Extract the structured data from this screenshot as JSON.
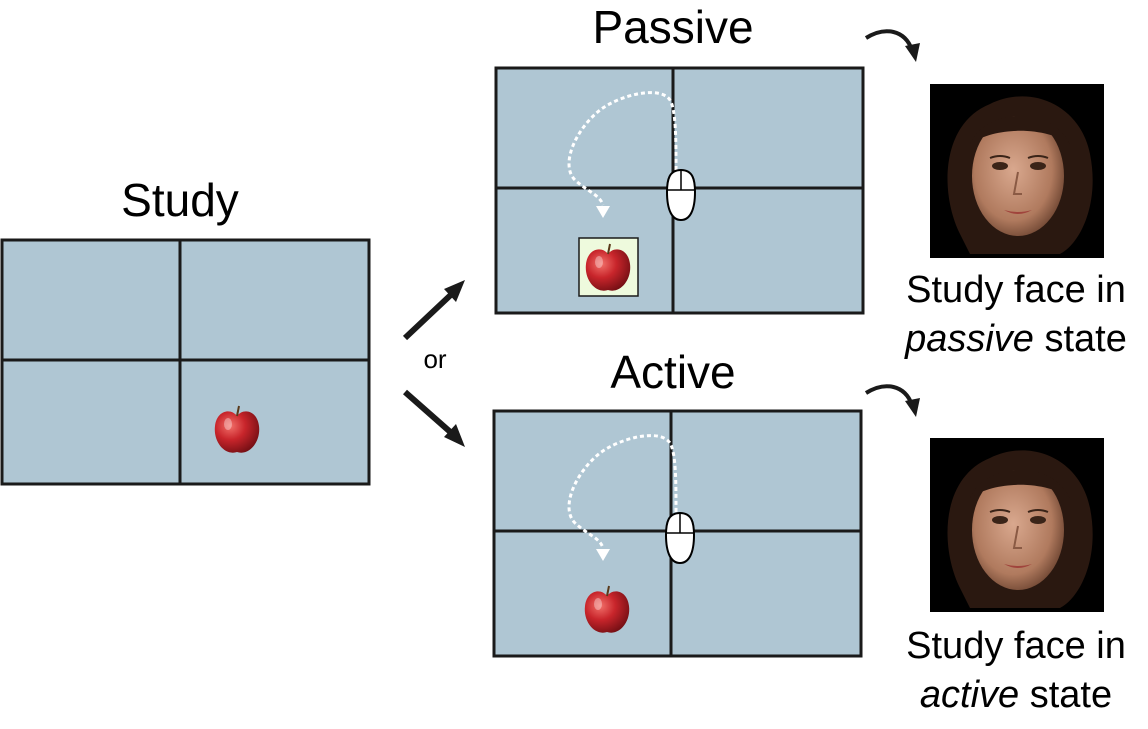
{
  "labels": {
    "study_title": "Study",
    "passive_title": "Passive",
    "active_title": "Active",
    "or": "or",
    "passive_caption_line1": "Study face in",
    "passive_caption_emph": "passive",
    "passive_caption_rest": " state",
    "active_caption_line1": "Study face in",
    "active_caption_emph": "active",
    "active_caption_rest": " state"
  },
  "colors": {
    "panel_fill": "#afc6d3",
    "apple_highlight_box": "#eefadd",
    "apple_red": "#c8252b",
    "face_background": "#000000"
  },
  "icons": {
    "target_object": "apple-icon",
    "cursor": "mouse-icon",
    "face": "face-photo"
  }
}
